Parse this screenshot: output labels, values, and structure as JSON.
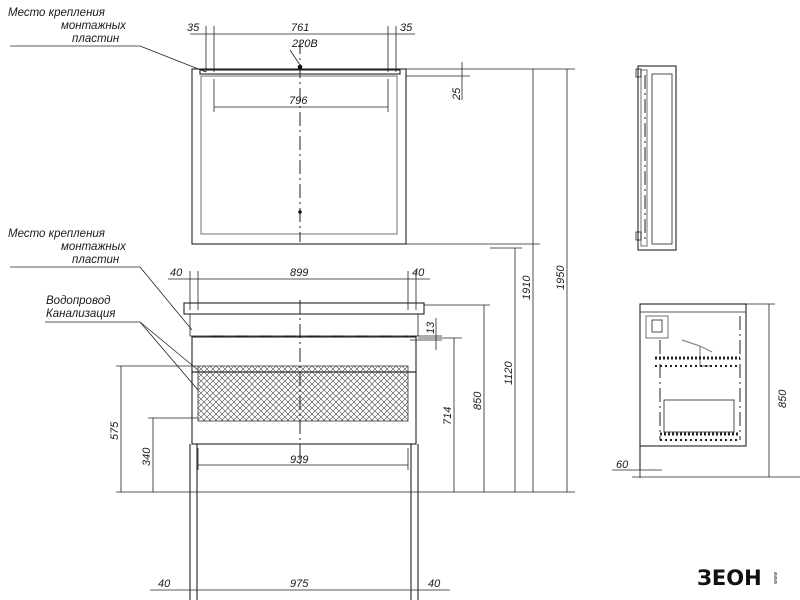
{
  "labels": {
    "mount_top": [
      "Место крепления",
      "монтажных",
      "пластин"
    ],
    "mount_mid": [
      "Место крепления",
      "монтажных",
      "пластин"
    ],
    "utilities": [
      "Водопровод",
      "Канализация"
    ]
  },
  "dims": {
    "mirror_left_margin": "35",
    "mirror_span": "761",
    "mirror_right_margin": "35",
    "voltage": "220В",
    "mirror_inner": "796",
    "mirror_offset": "25",
    "height_mirror_bottom": "1910",
    "height_total": "1950",
    "cab_left_margin": "40",
    "cab_span": "899",
    "cab_right_margin": "40",
    "cab_offset": "13",
    "cab_height_714": "714",
    "cab_height_850": "850",
    "cab_height_1120": "1120",
    "cab_575": "575",
    "cab_340": "340",
    "cab_width_939": "939",
    "base_left": "40",
    "base_width": "975",
    "base_right": "40",
    "side_depth": "850",
    "side_60": "60"
  },
  "brand": {
    "name": "ЗЕОН",
    "tag": "www"
  },
  "colors": {
    "line": "#222222",
    "background": "#ffffff"
  }
}
